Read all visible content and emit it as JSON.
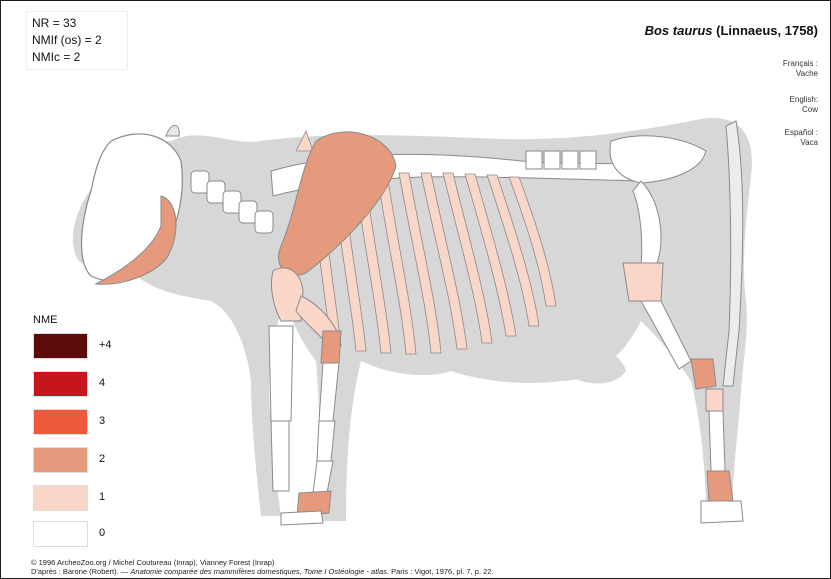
{
  "counts": {
    "nr": "NR = 33",
    "nmif": "NMIf (os) = 2",
    "nmic": "NMIc = 2"
  },
  "title": {
    "species": "Bos taurus",
    "author": "(Linnaeus, 1758)"
  },
  "names": [
    {
      "language": "Français :",
      "name": "Vache"
    },
    {
      "language": "English:",
      "name": "Cow"
    },
    {
      "language": "Español :",
      "name": "Vaca"
    }
  ],
  "legend": {
    "title": "NME",
    "items": [
      {
        "label": "+4",
        "color": "#5c0a0a"
      },
      {
        "label": "4",
        "color": "#c4161c"
      },
      {
        "label": "3",
        "color": "#f05a3c"
      },
      {
        "label": "2",
        "color": "#e59a7e"
      },
      {
        "label": "1",
        "color": "#f9d6c8"
      },
      {
        "label": "0",
        "color": "#ffffff"
      }
    ]
  },
  "colors": {
    "body": "#d7d7d7",
    "bone_outline": "#8a8a8a",
    "nme1": "#f9d6c8",
    "nme2": "#e59a7e"
  },
  "credit": {
    "line1": "© 1996 ArcheoZoo.org / Michel Coutureau (Inrap), Vianney Forest (Inrap)",
    "line2_a": "D'après : Barone (Robert). — ",
    "line2_italic": "Anatomie comparée des mammifères domestiques, Tome I Ostéologie - atlas",
    "line2_b": ". Paris : Vigot, 1976, pl. 7, p. 22."
  }
}
